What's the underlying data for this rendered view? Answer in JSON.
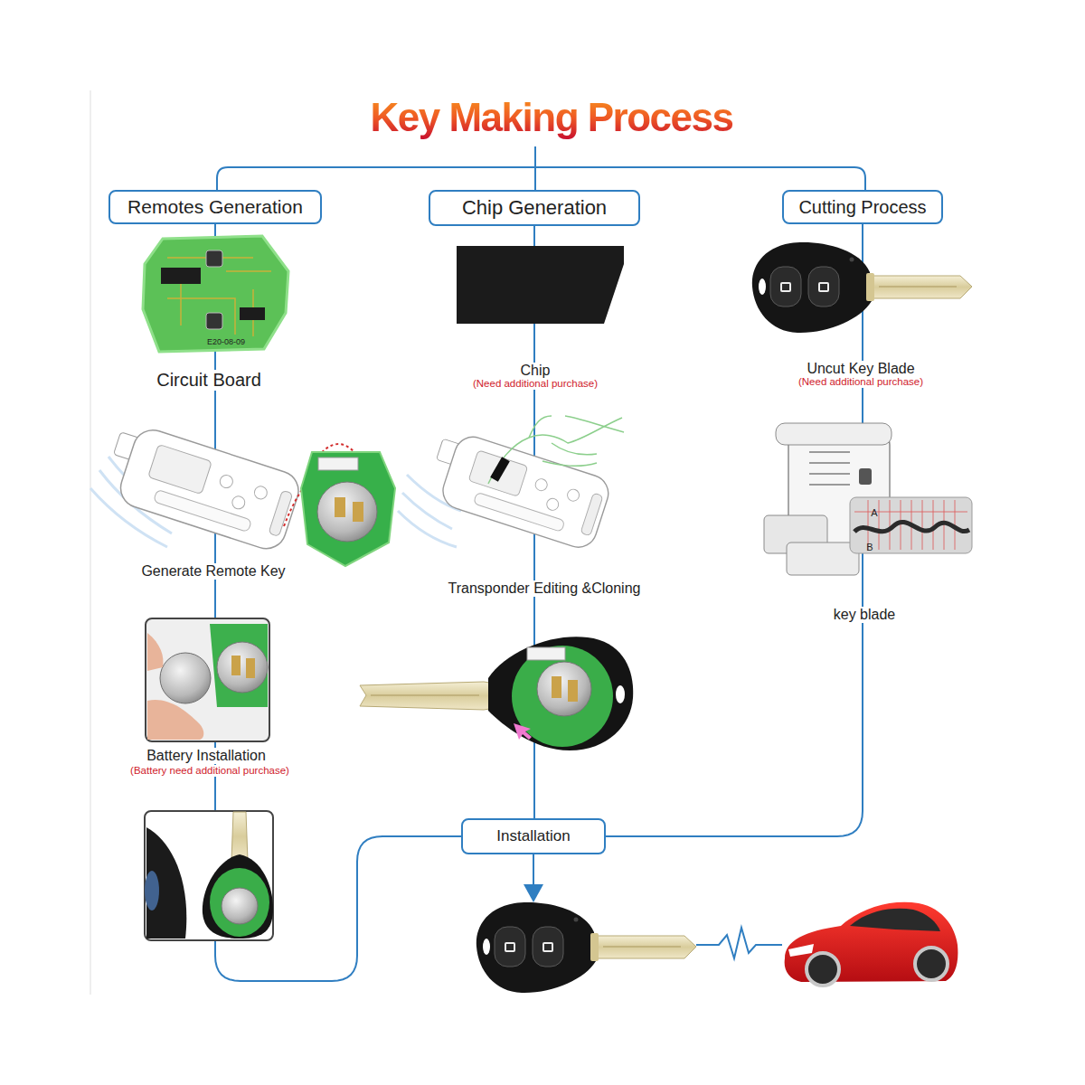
{
  "diagram": {
    "title": "Key Making Process",
    "nodes": [
      {
        "text": [
          "Remotes Generation"
        ]
      },
      {
        "text": [
          "Chip Generation"
        ]
      },
      {
        "text": [
          "Cutting Process"
        ]
      },
      {
        "text": [
          "Installation"
        ]
      }
    ],
    "edges": [
      {
        "from": 0,
        "to": 3,
        "arrow": "none"
      },
      {
        "from": 1,
        "to": 3,
        "arrow": "none"
      },
      {
        "from": 2,
        "to": 3,
        "arrow": "none"
      }
    ],
    "labels": [
      "E20-08-09",
      "Circuit Board",
      "Chip",
      "(Need additional purchase)",
      "Uncut Key Blade",
      "(Need additional purchase)",
      "Generate Remote Key",
      "A",
      "B",
      "Transponder Editing &Cloning",
      "key blade",
      "Battery Installation",
      "(Battery need additional purchase)"
    ]
  }
}
